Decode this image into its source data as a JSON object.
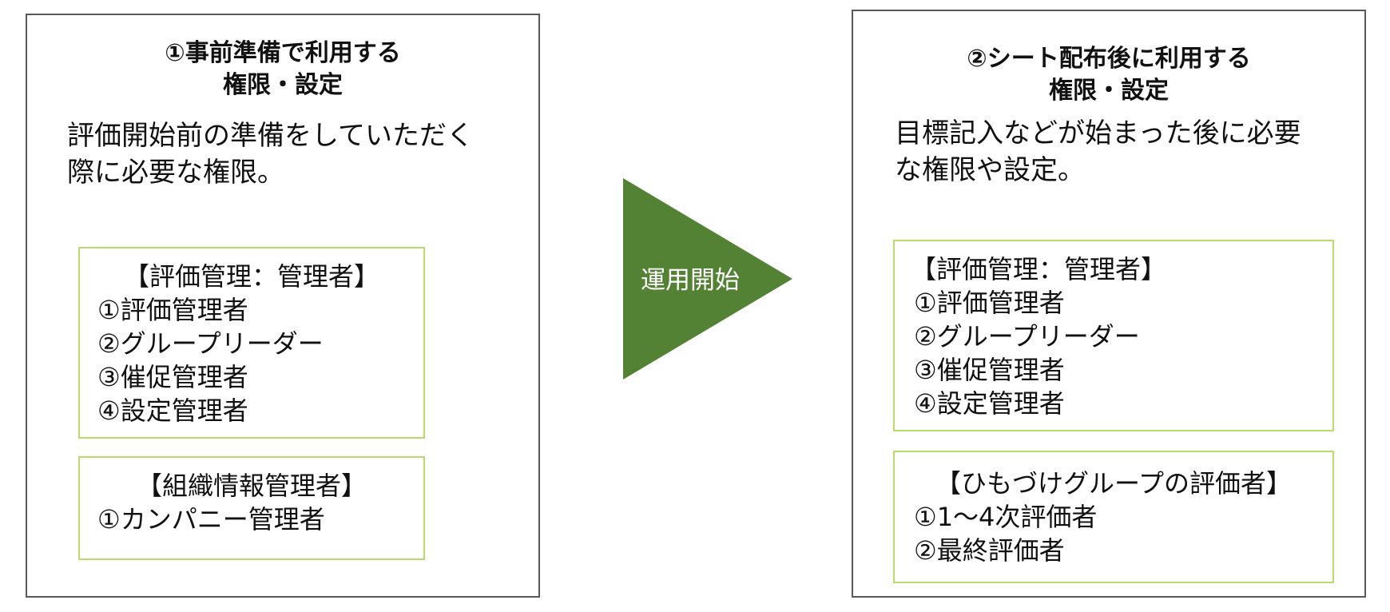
{
  "left_panel": {
    "title_lines": [
      "①事前準備で利用する",
      "権限・設定"
    ],
    "description_lines": [
      "評価開始前の準備をしていただく",
      "際に必要な権限。"
    ],
    "box1": {
      "heading": "【評価管理：管理者】",
      "items": [
        "①評価管理者",
        "②グループリーダー",
        "③催促管理者",
        "④設定管理者"
      ]
    },
    "box2": {
      "heading": "【組織情報管理者】",
      "items": [
        "①カンパニー管理者"
      ]
    }
  },
  "arrow": {
    "label": "運用開始",
    "color": "#548235"
  },
  "right_panel": {
    "title_lines": [
      "②シート配布後に利用する",
      "権限・設定"
    ],
    "description_lines": [
      "目標記入などが始まった後に必要",
      "な権限や設定。"
    ],
    "box1": {
      "heading": "【評価管理：管理者】",
      "items": [
        "①評価管理者",
        "②グループリーダー",
        "③催促管理者",
        "④設定管理者"
      ]
    },
    "box2": {
      "heading": "【ひもづけグループの評価者】",
      "items": [
        "①1～4次評価者",
        "②最終評価者"
      ]
    }
  },
  "colors": {
    "panel_border": "#595959",
    "box_border": "#b6dd6a",
    "arrow_fill": "#548235"
  }
}
